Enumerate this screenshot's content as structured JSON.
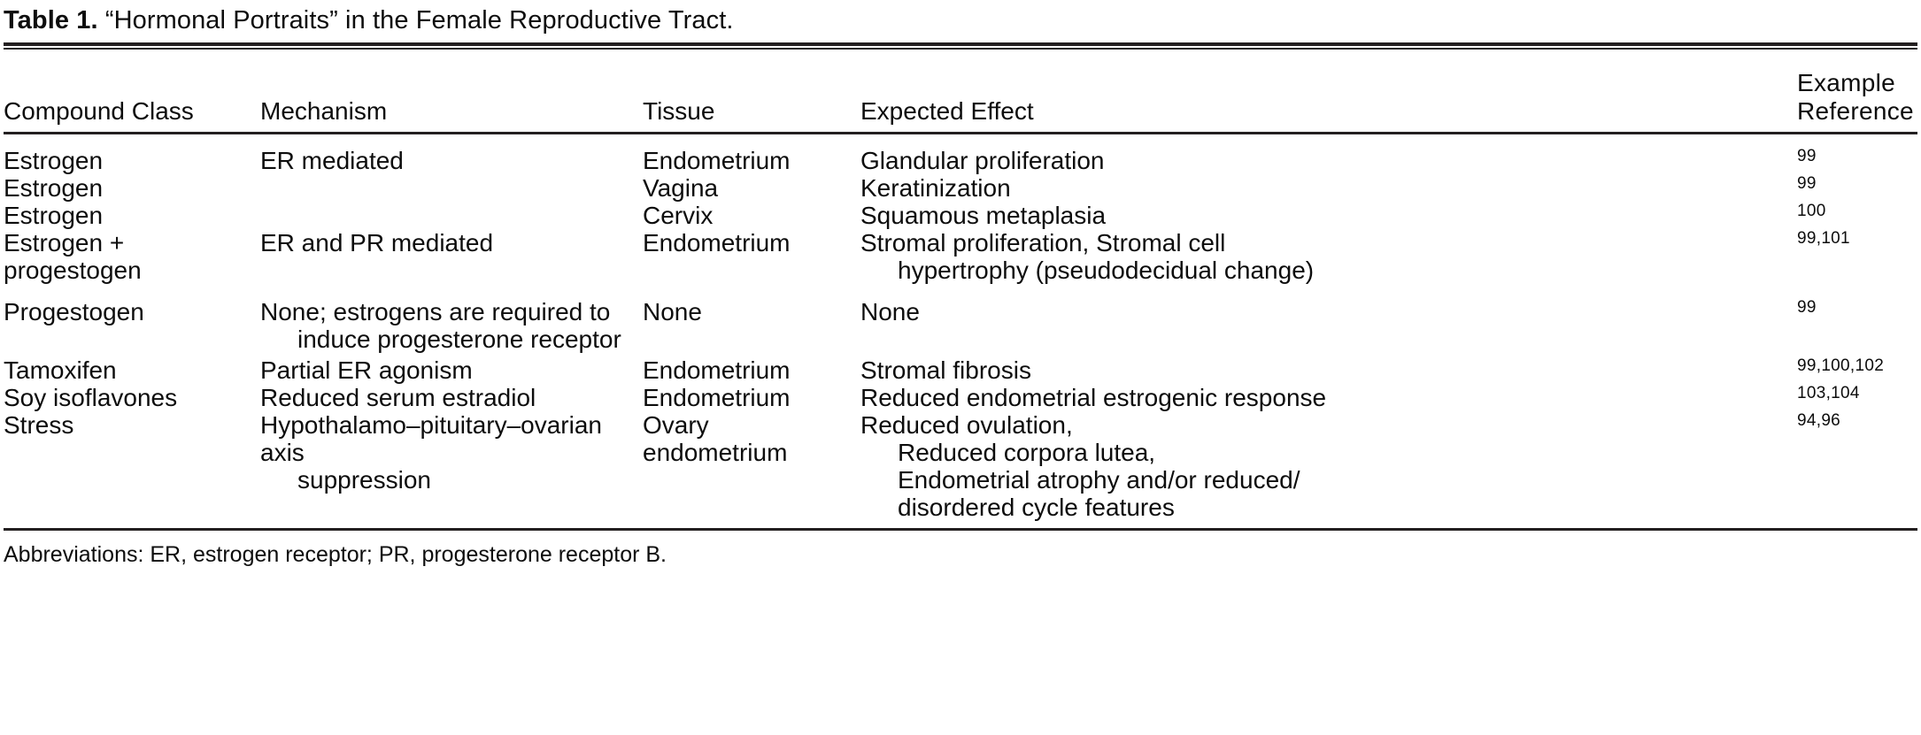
{
  "caption": {
    "label": "Table 1.",
    "text": "“Hormonal Portraits” in the Female Reproductive Tract."
  },
  "columns": {
    "compound_class": "Compound Class",
    "mechanism": "Mechanism",
    "tissue": "Tissue",
    "expected_effect": "Expected Effect",
    "example_reference_line1": "Example",
    "example_reference_line2": "Reference"
  },
  "rows": [
    {
      "compound_class": "Estrogen",
      "mechanism": "ER mediated",
      "tissue": "Endometrium",
      "effect_line1": "Glandular proliferation",
      "effect_line2": "",
      "effect_line3": "",
      "effect_line4": "",
      "reference": "99"
    },
    {
      "compound_class": "Estrogen",
      "mechanism": "",
      "tissue": "Vagina",
      "effect_line1": "Keratinization",
      "effect_line2": "",
      "effect_line3": "",
      "effect_line4": "",
      "reference": "99"
    },
    {
      "compound_class": "Estrogen",
      "mechanism": "",
      "tissue": "Cervix",
      "effect_line1": "Squamous metaplasia",
      "effect_line2": "",
      "effect_line3": "",
      "effect_line4": "",
      "reference": "100"
    },
    {
      "compound_class": "Estrogen + progestogen",
      "mechanism": "ER and PR mediated",
      "tissue": "Endometrium",
      "effect_line1": "Stromal proliferation, Stromal cell",
      "effect_line2": "hypertrophy (pseudodecidual change)",
      "effect_line3": "",
      "effect_line4": "",
      "reference": "99,101"
    },
    {
      "compound_class": "Progestogen",
      "mechanism_line1": "None; estrogens are required to",
      "mechanism_line2": "induce progesterone receptor",
      "tissue": "None",
      "effect_line1": "None",
      "effect_line2": "",
      "effect_line3": "",
      "effect_line4": "",
      "reference": "99"
    },
    {
      "compound_class": "Tamoxifen",
      "mechanism": "Partial ER agonism",
      "tissue": "Endometrium",
      "effect_line1": "Stromal fibrosis",
      "effect_line2": "",
      "effect_line3": "",
      "effect_line4": "",
      "reference": "99,100,102"
    },
    {
      "compound_class": "Soy isoflavones",
      "mechanism": "Reduced serum estradiol",
      "tissue": "Endometrium",
      "effect_line1": "Reduced endometrial estrogenic response",
      "effect_line2": "",
      "effect_line3": "",
      "effect_line4": "",
      "reference": "103,104"
    },
    {
      "compound_class": "Stress",
      "mechanism_line1": "Hypothalamo–pituitary–ovarian axis",
      "mechanism_line2": "suppression",
      "tissue": "Ovary endometrium",
      "effect_line1": "Reduced ovulation,",
      "effect_line2": "Reduced corpora lutea,",
      "effect_line3": "Endometrial atrophy and/or reduced/",
      "effect_line4": "disordered cycle features",
      "reference": "94,96"
    }
  ],
  "footnote": "Abbreviations: ER, estrogen receptor; PR, progesterone receptor B."
}
